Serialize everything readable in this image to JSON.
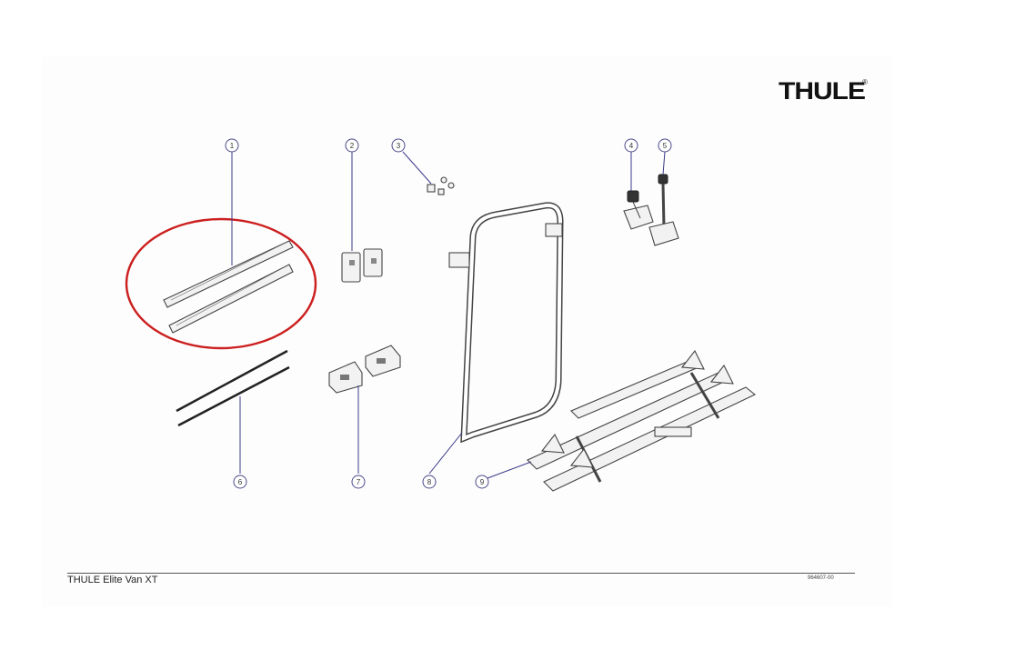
{
  "brand": {
    "logo_text": "THULE",
    "logo_mark": "®"
  },
  "footer": {
    "title": "THULE Elite Van XT",
    "code": "964607-00"
  },
  "callouts": [
    "1",
    "2",
    "3",
    "4",
    "5",
    "6",
    "7",
    "8",
    "9"
  ],
  "highlight": {
    "target_part": "1",
    "color": "#cc1f1f"
  },
  "colors": {
    "leader": "#3a3a8a",
    "line_art": "#444444"
  }
}
